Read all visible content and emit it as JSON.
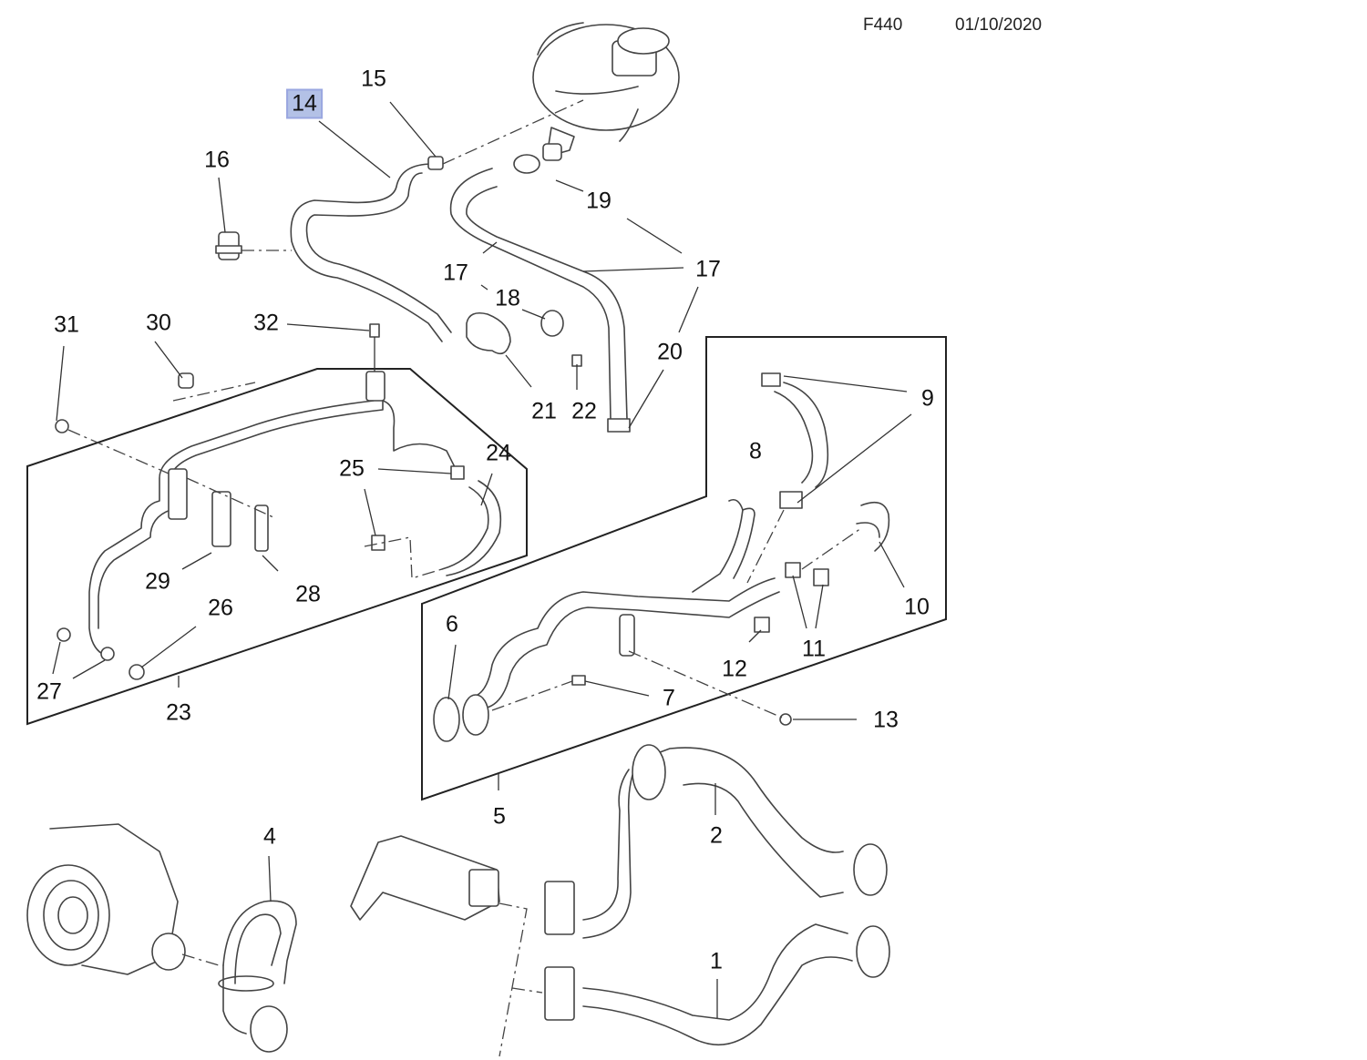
{
  "header": {
    "figure_code": "F440",
    "date": "01/10/2020"
  },
  "selected_callout": "14",
  "highlight_color": "#b3c1e6",
  "callouts": [
    {
      "id": "c1",
      "label": "1"
    },
    {
      "id": "c2",
      "label": "2"
    },
    {
      "id": "c4",
      "label": "4"
    },
    {
      "id": "c5",
      "label": "5"
    },
    {
      "id": "c6",
      "label": "6"
    },
    {
      "id": "c7",
      "label": "7"
    },
    {
      "id": "c8",
      "label": "8"
    },
    {
      "id": "c9",
      "label": "9"
    },
    {
      "id": "c10",
      "label": "10"
    },
    {
      "id": "c11",
      "label": "11"
    },
    {
      "id": "c12",
      "label": "12"
    },
    {
      "id": "c13",
      "label": "13"
    },
    {
      "id": "c14",
      "label": "14"
    },
    {
      "id": "c15",
      "label": "15"
    },
    {
      "id": "c16",
      "label": "16"
    },
    {
      "id": "c17a",
      "label": "17"
    },
    {
      "id": "c17b",
      "label": "17"
    },
    {
      "id": "c18",
      "label": "18"
    },
    {
      "id": "c19",
      "label": "19"
    },
    {
      "id": "c20",
      "label": "20"
    },
    {
      "id": "c21",
      "label": "21"
    },
    {
      "id": "c22",
      "label": "22"
    },
    {
      "id": "c23",
      "label": "23"
    },
    {
      "id": "c24",
      "label": "24"
    },
    {
      "id": "c25",
      "label": "25"
    },
    {
      "id": "c26",
      "label": "26"
    },
    {
      "id": "c27",
      "label": "27"
    },
    {
      "id": "c28",
      "label": "28"
    },
    {
      "id": "c29",
      "label": "29"
    },
    {
      "id": "c30",
      "label": "30"
    },
    {
      "id": "c31",
      "label": "31"
    },
    {
      "id": "c32",
      "label": "32"
    }
  ]
}
